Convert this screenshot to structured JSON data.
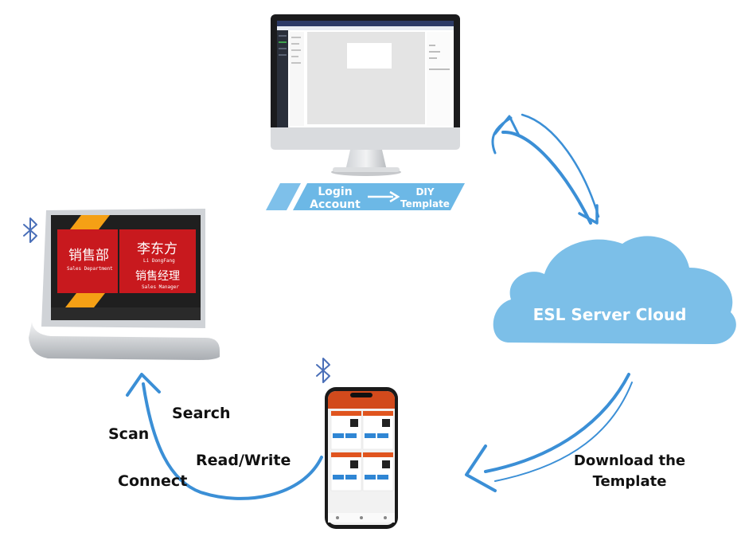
{
  "cloud": {
    "label": "ESL Server Cloud",
    "color": "#7cbfe8"
  },
  "banner": {
    "left_line1": "Login",
    "left_line2": "Account",
    "right_line1": "DIY",
    "right_line2": "Template",
    "color": "#6cb8e6"
  },
  "download": {
    "line1": "Download the",
    "line2": "Template"
  },
  "phone_actions": {
    "search": "Search",
    "scan": "Scan",
    "read_write": "Read/Write",
    "connect": "Connect"
  },
  "desk_tag": {
    "dept_zh": "销售部",
    "dept_en": "Sales Department",
    "name_zh": "李东方",
    "name_en": "Li DongFang",
    "title_zh": "销售经理",
    "title_en": "Sales Manager"
  },
  "colors": {
    "arrow": "#3b8fd6",
    "bluetooth": "#4a6fb8",
    "tag_red": "#c8191e",
    "tag_orange": "#f5a015"
  }
}
